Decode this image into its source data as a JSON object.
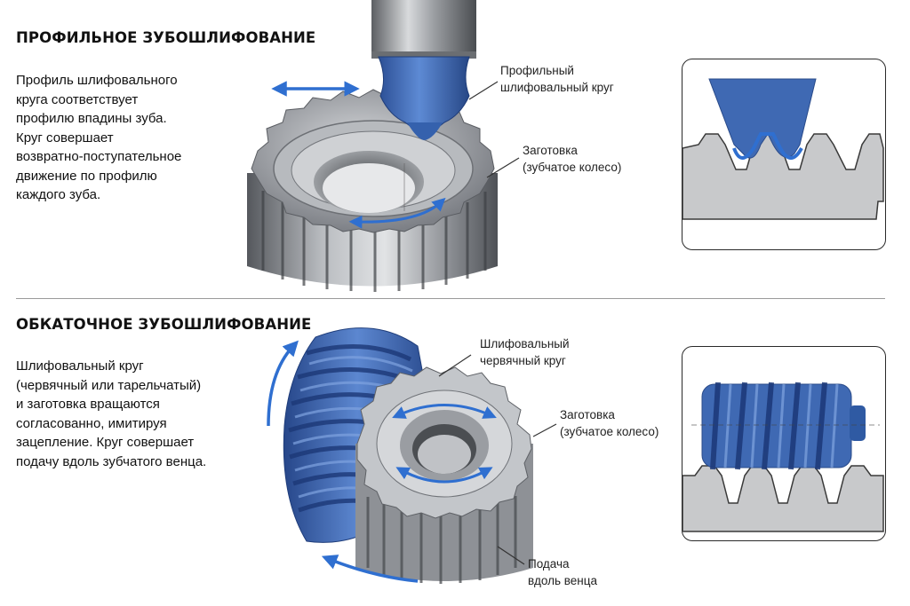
{
  "colors": {
    "accent_blue": "#2f6fd0",
    "wheel_blue": "#3f69b3",
    "steel": "#8c8f94",
    "rack_fill": "#c8c9cb"
  },
  "section1": {
    "title": "ПРОФИЛЬНОЕ ЗУБОШЛИФОВАНИЕ",
    "description": "Профиль шлифовального\nкруга соответствует\nпрофилю впадины зуба.\nКруг совершает\nвозвратно-поступательное\nдвижение по профилю\nкаждого зуба.",
    "label_wheel": "Профильный\nшлифовальный круг",
    "label_workpiece": "Заготовка\n(зубчатое колесо)"
  },
  "section2": {
    "title": "ОБКАТОЧНОЕ ЗУБОШЛИФОВАНИЕ",
    "description": "Шлифовальный круг\n(червячный или тарельчатый)\nи заготовка вращаются\nсогласованно, имитируя\nзацепление. Круг совершает\nподачу вдоль зубчатого венца.",
    "label_worm": "Шлифовальный\nчервячный круг",
    "label_workpiece": "Заготовка\n(зубчатое колесо)",
    "label_feed": "Подача\nвдоль венца"
  }
}
